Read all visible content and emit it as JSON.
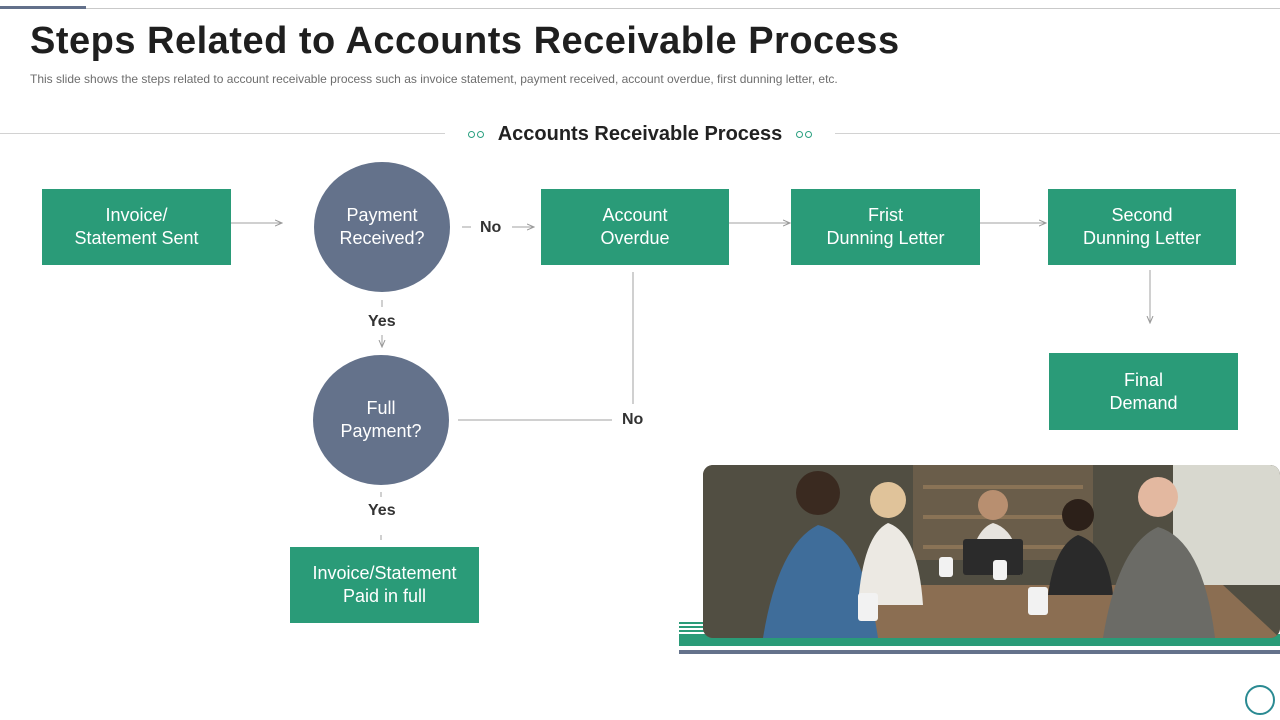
{
  "header": {
    "title": "Steps Related to Accounts Receivable Process",
    "subtitle": "This slide shows the steps related to account receivable process such as invoice statement, payment received, account overdue, first dunning letter, etc."
  },
  "section": {
    "title": "Accounts Receivable Process"
  },
  "nodes": {
    "invoice_sent": "Invoice/\nStatement Sent",
    "payment_received": "Payment\nReceived?",
    "account_overdue": "Account\nOverdue",
    "first_dunning": "Frist\nDunning Letter",
    "second_dunning": "Second\nDunning Letter",
    "final_demand": "Final\nDemand",
    "full_payment": "Full\nPayment?",
    "paid_in_full": "Invoice/Statement\nPaid in full"
  },
  "labels": {
    "no_top": "No",
    "yes_top": "Yes",
    "no_bottom": "No",
    "yes_bottom": "Yes"
  },
  "photo": {
    "icon": "team-meeting-photo"
  },
  "colors": {
    "green": "#2a9b78",
    "slate": "#64728b"
  }
}
